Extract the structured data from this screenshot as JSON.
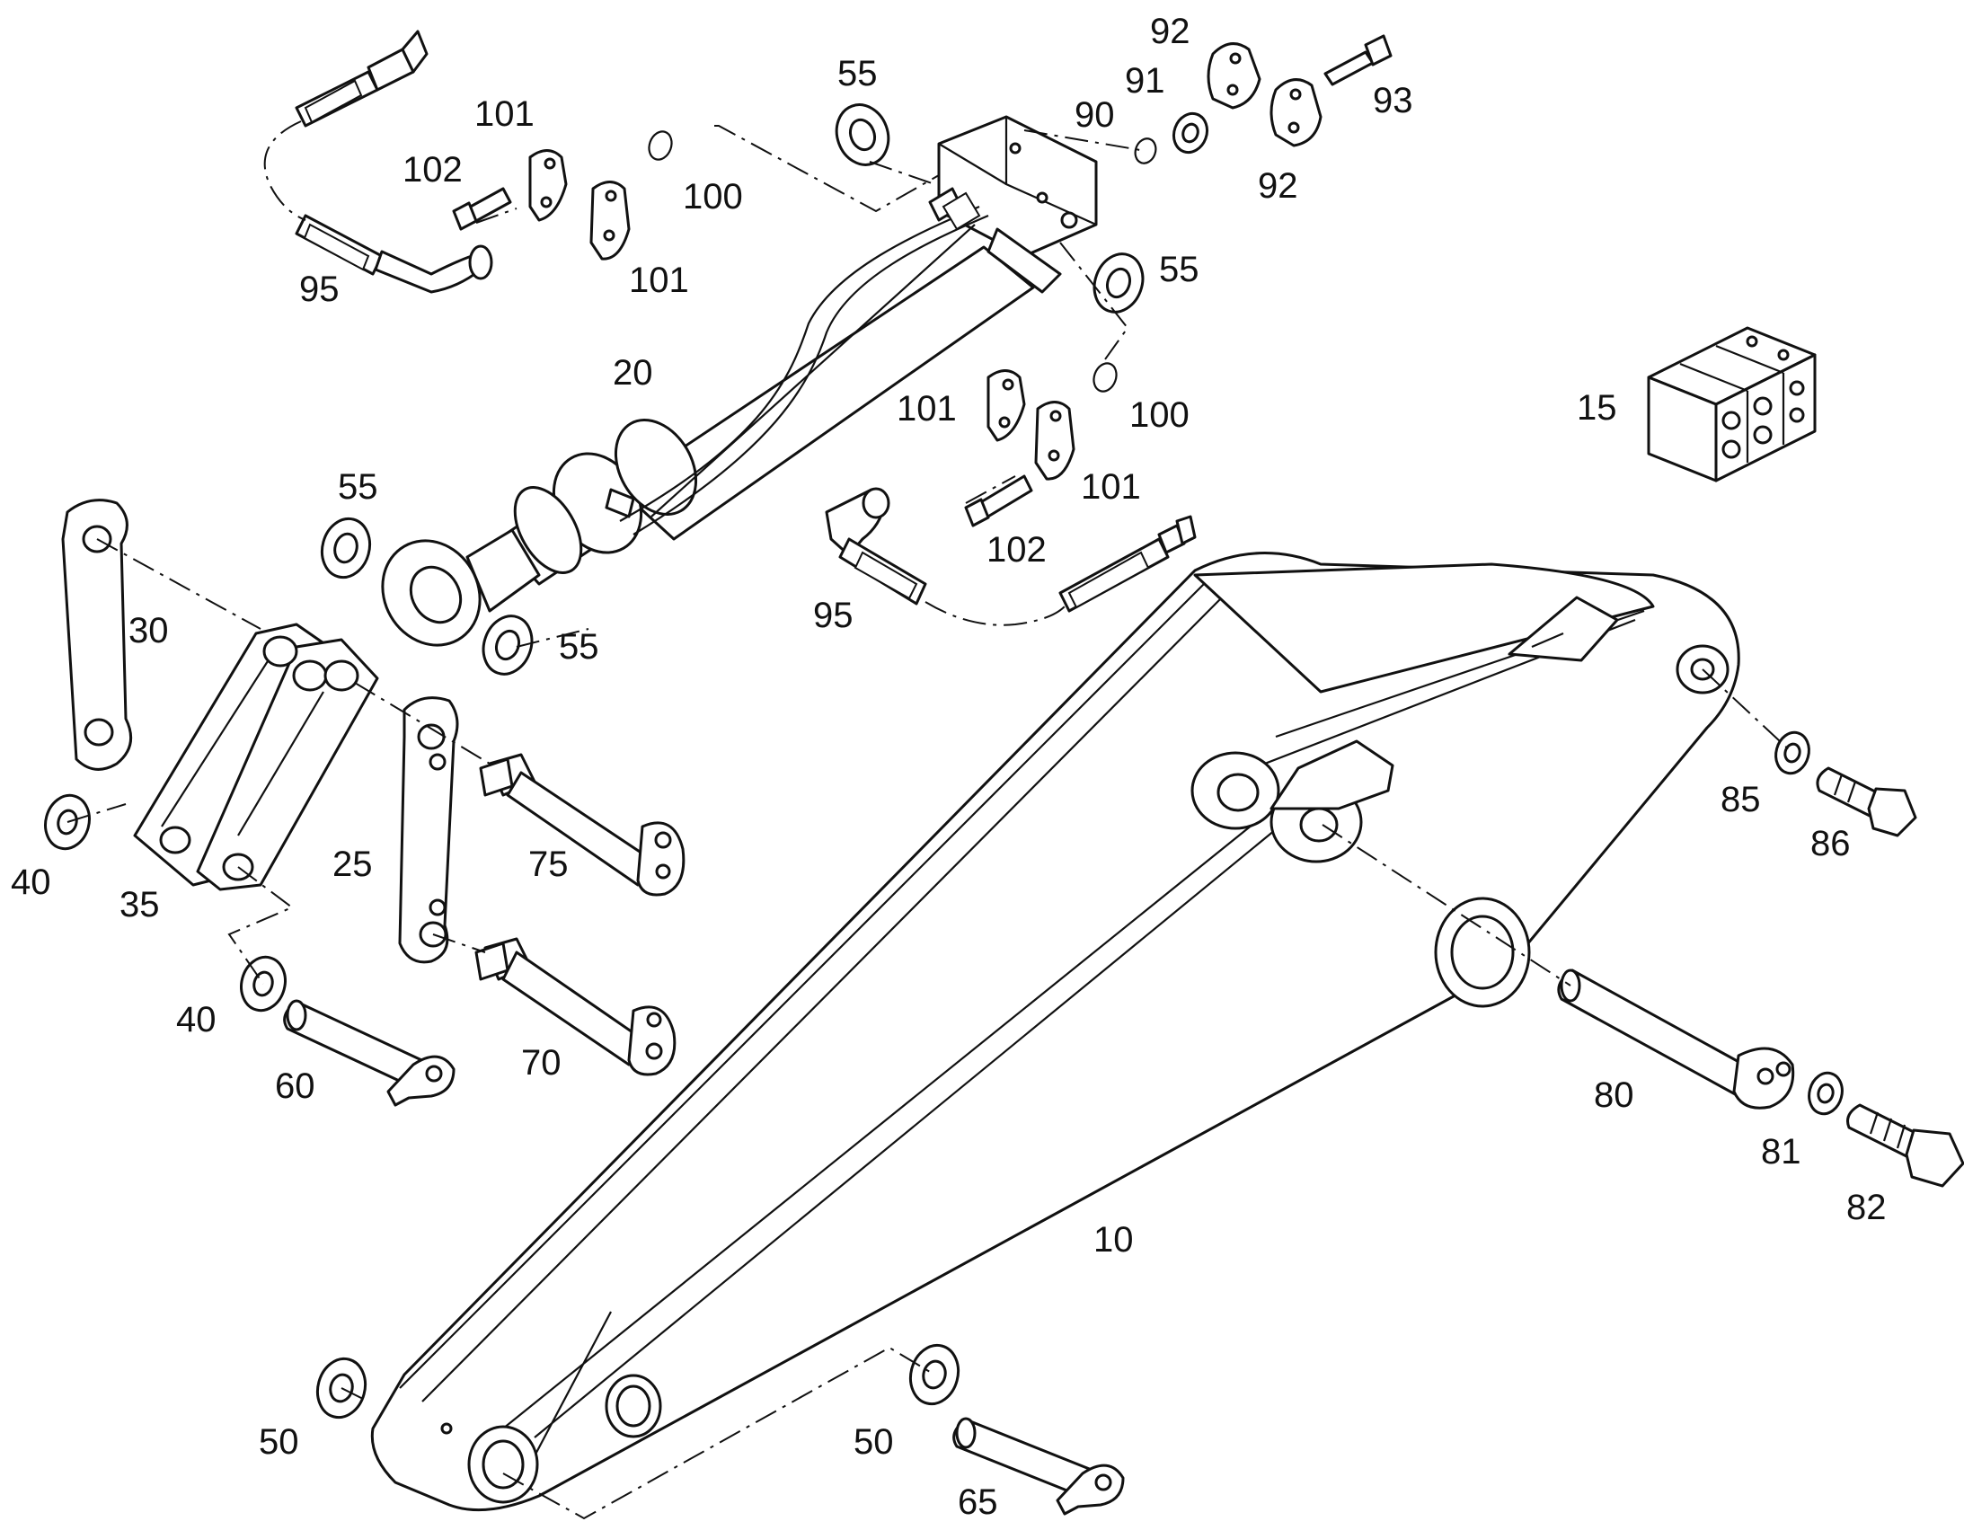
{
  "diagram": {
    "type": "exploded-parts-drawing",
    "part_labels": {
      "p10": "10",
      "p15": "15",
      "p20": "20",
      "p25": "25",
      "p30": "30",
      "p35": "35",
      "p40a": "40",
      "p40b": "40",
      "p50a": "50",
      "p50b": "50",
      "p55a": "55",
      "p55b": "55",
      "p55c": "55",
      "p55d": "55",
      "p60": "60",
      "p65": "65",
      "p70": "70",
      "p75": "75",
      "p80": "80",
      "p81": "81",
      "p82": "82",
      "p85": "85",
      "p86": "86",
      "p90": "90",
      "p91": "91",
      "p92a": "92",
      "p92b": "92",
      "p93": "93",
      "p95a": "95",
      "p95b": "95",
      "p100a": "100",
      "p100b": "100",
      "p101a": "101",
      "p101b": "101",
      "p101c": "101",
      "p101d": "101",
      "p102a": "102",
      "p102b": "102"
    },
    "line_color": "#111111",
    "background": "#ffffff"
  }
}
